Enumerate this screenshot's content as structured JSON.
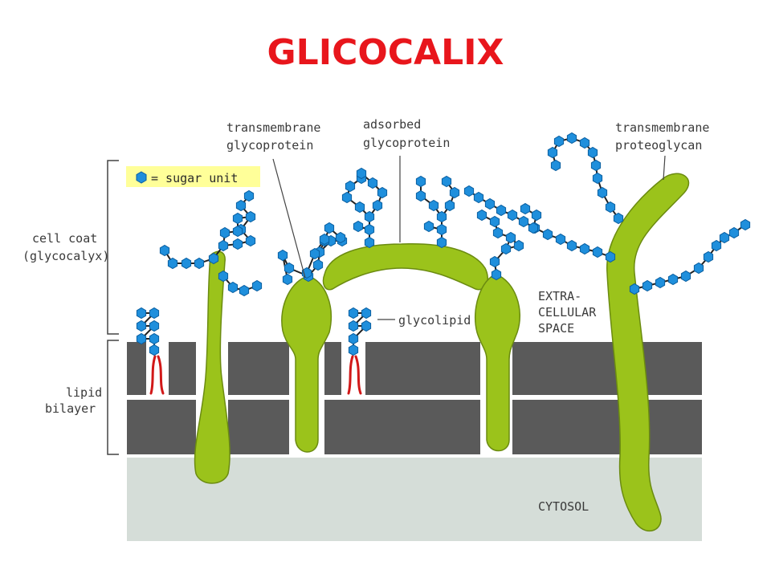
{
  "title": "GLICOCALIX",
  "legend": {
    "text": "= sugar unit"
  },
  "labels": {
    "cell_coat": [
      "cell coat",
      "(glycocalyx)"
    ],
    "lipid_bilayer": [
      "lipid",
      "bilayer"
    ],
    "transmembrane_glycoprotein": [
      "transmembrane",
      "glycoprotein"
    ],
    "adsorbed_glycoprotein": [
      "adsorbed",
      "glycoprotein"
    ],
    "transmembrane_proteoglycan": [
      "transmembrane",
      "proteoglycan"
    ],
    "glycolipid": "glycolipid",
    "extracellular_space": [
      "EXTRA-",
      "CELLULAR",
      "SPACE"
    ],
    "cytosol": "CYTOSOL"
  },
  "colors": {
    "title": "#e8161c",
    "protein": "#9bc31b",
    "membrane": "#5a5a5a",
    "cytosol": "#d5ddd8",
    "sugar": "#1f8fdc",
    "lipid_tail": "#d11818",
    "legend_bg": "#ffff99"
  }
}
